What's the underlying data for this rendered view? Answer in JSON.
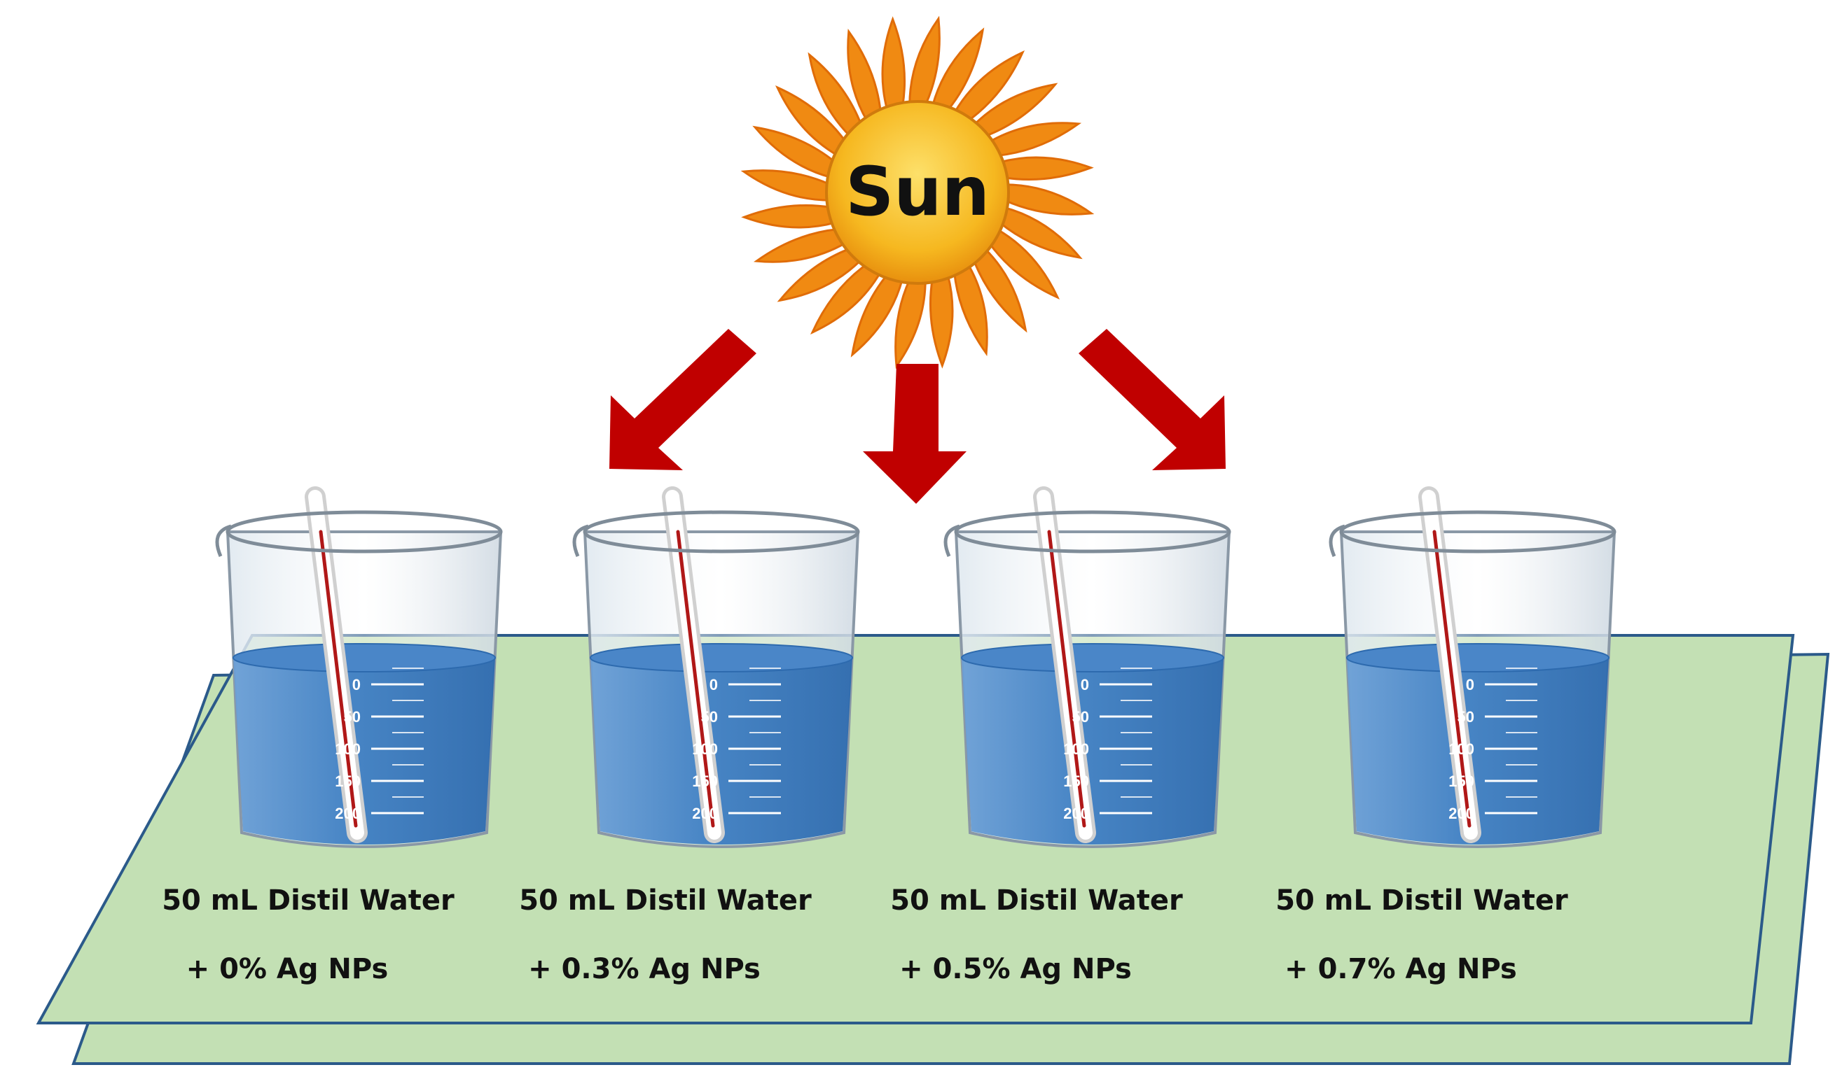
{
  "sun": {
    "label": "Sun",
    "colors": {
      "core": "#f6c12a",
      "rays": "#f08a12"
    }
  },
  "arrows": {
    "count": 3,
    "color": "#c00000"
  },
  "tray": {
    "color": "#c3e0b4",
    "edge": "#2b5a8a"
  },
  "scale_ticks": [
    "0",
    "50",
    "100",
    "150",
    "200"
  ],
  "beakers": [
    {
      "line1": "50 mL Distil Water",
      "line2": "+ 0% Ag NPs"
    },
    {
      "line1": "50 mL Distil Water",
      "line2": "+ 0.3% Ag NPs"
    },
    {
      "line1": "50 mL Distil Water",
      "line2": "+ 0.5% Ag NPs"
    },
    {
      "line1": "50 mL Distil Water",
      "line2": "+ 0.7% Ag NPs"
    }
  ],
  "water_color": "#4a86c8"
}
